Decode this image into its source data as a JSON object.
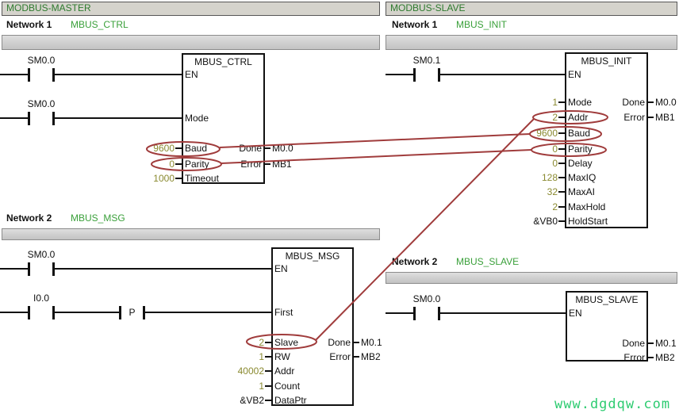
{
  "colors": {
    "annotation_red": "#a03c3c",
    "value_olive": "#8a8a30",
    "subtitle_green": "#3aa03a",
    "header_green": "#2e7a2e",
    "watermark_green": "#2ecc71",
    "separator_gray": "#cccccc",
    "header_bar_gray": "#d5d3cc"
  },
  "watermark": "www.dgdqw.com",
  "master": {
    "header": "MODBUS-MASTER",
    "net1": {
      "label": "Network 1",
      "title": "MBUS_CTRL",
      "contact1": "SM0.0",
      "contact2": "SM0.0",
      "block": {
        "title": "MBUS_CTRL",
        "pin_en": "EN",
        "pin_mode": "Mode",
        "rows": [
          {
            "value": "9600",
            "pin": "Baud"
          },
          {
            "value": "0",
            "pin": "Parity"
          },
          {
            "value": "1000",
            "pin": "Timeout"
          }
        ],
        "outputs": [
          {
            "pin": "Done",
            "operand": "M0.0"
          },
          {
            "pin": "Error",
            "operand": "MB1"
          }
        ]
      }
    },
    "net2": {
      "label": "Network 2",
      "title": "MBUS_MSG",
      "contact1": "SM0.0",
      "contact2": "I0.0",
      "edge_contact": "P",
      "block": {
        "title": "MBUS_MSG",
        "pin_en": "EN",
        "pin_first": "First",
        "rows": [
          {
            "value": "2",
            "pin": "Slave"
          },
          {
            "value": "1",
            "pin": "RW"
          },
          {
            "value": "40002",
            "pin": "Addr"
          },
          {
            "value": "1",
            "pin": "Count"
          },
          {
            "value": "&VB2",
            "pin": "DataPtr"
          }
        ],
        "outputs": [
          {
            "pin": "Done",
            "operand": "M0.1"
          },
          {
            "pin": "Error",
            "operand": "MB2"
          }
        ]
      }
    }
  },
  "slave": {
    "header": "MODBUS-SLAVE",
    "net1": {
      "label": "Network 1",
      "title": "MBUS_INIT",
      "contact1": "SM0.1",
      "block": {
        "title": "MBUS_INIT",
        "pin_en": "EN",
        "rows": [
          {
            "value": "1",
            "pin": "Mode"
          },
          {
            "value": "2",
            "pin": "Addr"
          },
          {
            "value": "9600",
            "pin": "Baud"
          },
          {
            "value": "0",
            "pin": "Parity"
          },
          {
            "value": "0",
            "pin": "Delay"
          },
          {
            "value": "128",
            "pin": "MaxIQ"
          },
          {
            "value": "32",
            "pin": "MaxAI"
          },
          {
            "value": "2",
            "pin": "MaxHold"
          },
          {
            "value": "&VB0",
            "pin": "HoldStart"
          }
        ],
        "outputs": [
          {
            "pin": "Done",
            "operand": "M0.0"
          },
          {
            "pin": "Error",
            "operand": "MB1"
          }
        ]
      }
    },
    "net2": {
      "label": "Network 2",
      "title": "MBUS_SLAVE",
      "contact1": "SM0.0",
      "block": {
        "title": "MBUS_SLAVE",
        "pin_en": "EN",
        "outputs": [
          {
            "pin": "Done",
            "operand": "M0.1"
          },
          {
            "pin": "Error",
            "operand": "MB2"
          }
        ]
      }
    }
  },
  "annotations": {
    "note": "red highlight ellipses and match lines",
    "links": [
      "master-baud to slave-baud",
      "master-parity to slave-parity",
      "msg-slave-addr to init-addr"
    ]
  }
}
